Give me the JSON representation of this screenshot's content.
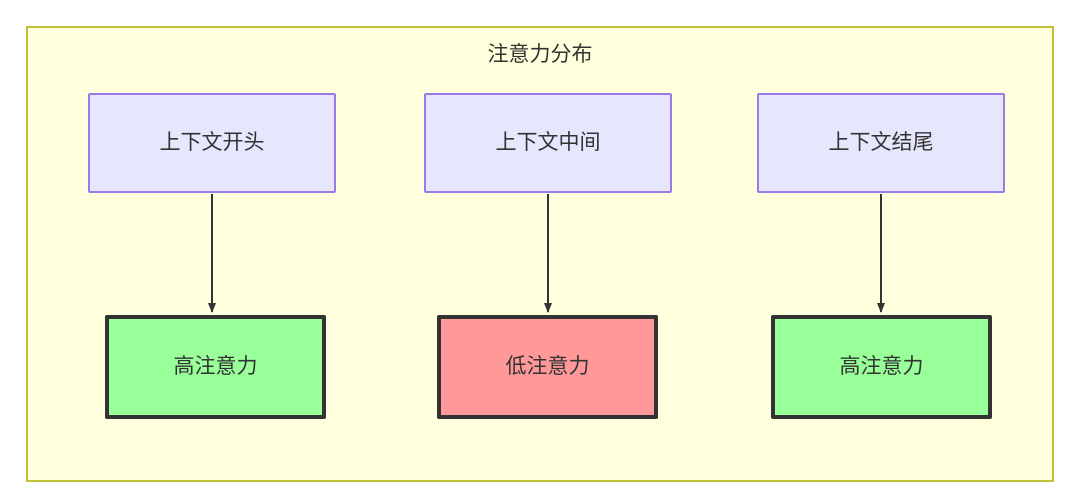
{
  "diagram": {
    "title": "注意力分布",
    "background_color": "#ffffdd",
    "border_color": "#bfbf38",
    "text_color": "#333333",
    "columns": [
      {
        "source": {
          "label": "上下文开头",
          "fill": "#e6e6fd",
          "stroke": "#9d7aea"
        },
        "target": {
          "label": "高注意力",
          "fill": "#99ff99",
          "stroke": "#333333"
        }
      },
      {
        "source": {
          "label": "上下文中间",
          "fill": "#e6e6fd",
          "stroke": "#9d7aea"
        },
        "target": {
          "label": "低注意力",
          "fill": "#ff9999",
          "stroke": "#333333"
        }
      },
      {
        "source": {
          "label": "上下文结尾",
          "fill": "#e6e6fd",
          "stroke": "#9d7aea"
        },
        "target": {
          "label": "高注意力",
          "fill": "#99ff99",
          "stroke": "#333333"
        }
      }
    ],
    "edges": [
      {
        "from": "上下文开头",
        "to": "高注意力",
        "label": ""
      },
      {
        "from": "上下文中间",
        "to": "低注意力",
        "label": ""
      },
      {
        "from": "上下文结尾",
        "to": "高注意力",
        "label": ""
      }
    ]
  }
}
